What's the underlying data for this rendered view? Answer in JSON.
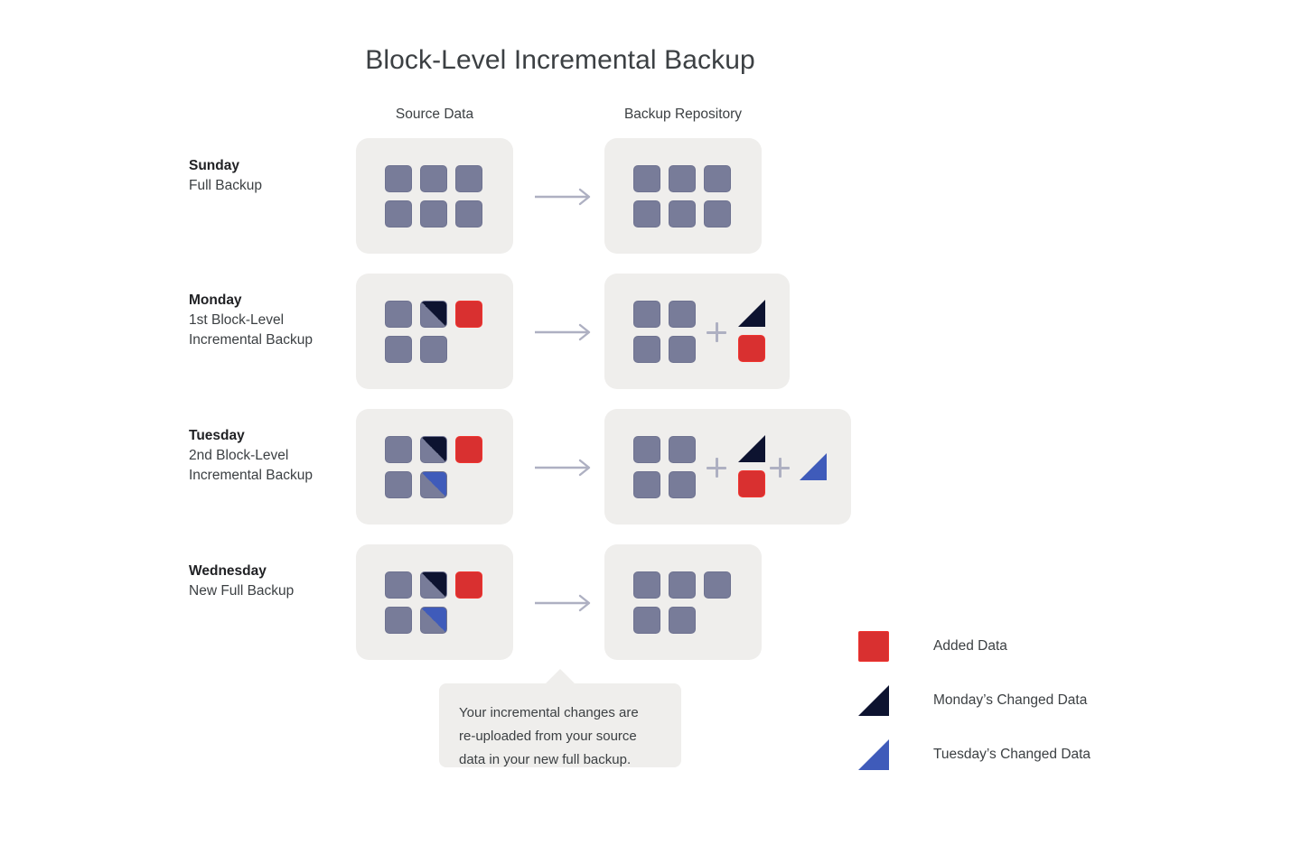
{
  "title": "Block-Level Incremental Backup",
  "columns": {
    "source": "Source Data",
    "repository": "Backup Repository"
  },
  "rows": [
    {
      "day": "Sunday",
      "desc": "Full Backup",
      "source_blocks": [
        "purple",
        "purple",
        "purple",
        "purple",
        "purple",
        "purple"
      ],
      "repo_blocks": [
        "purple",
        "purple",
        "purple",
        "purple",
        "purple",
        "purple"
      ],
      "repo_deltas": []
    },
    {
      "day": "Monday",
      "desc": "1st Block-Level\nIncremental Backup",
      "source_blocks": [
        "purple",
        "split-navy",
        "red",
        "purple",
        "purple"
      ],
      "repo_blocks": [
        "purple",
        "purple",
        "purple",
        "purple"
      ],
      "repo_deltas": [
        "navy-triangle",
        "red-square"
      ]
    },
    {
      "day": "Tuesday",
      "desc": "2nd Block-Level\nIncremental Backup",
      "source_blocks": [
        "purple",
        "split-navy",
        "red",
        "purple",
        "split-blue"
      ],
      "repo_blocks": [
        "purple",
        "purple",
        "purple",
        "purple"
      ],
      "repo_deltas": [
        "navy-triangle",
        "red-square",
        "blue-triangle"
      ]
    },
    {
      "day": "Wednesday",
      "desc": "New Full Backup",
      "source_blocks": [
        "purple",
        "split-navy",
        "red",
        "purple",
        "split-blue"
      ],
      "repo_blocks": [
        "purple",
        "purple",
        "purple",
        "purple",
        "purple"
      ],
      "repo_deltas": []
    }
  ],
  "callout": {
    "text": "Your incremental changes are\nre-uploaded from your source\ndata in your new full backup."
  },
  "legend": [
    {
      "shape": "red-square",
      "label": "Added Data"
    },
    {
      "shape": "navy-triangle",
      "label": "Monday’s Changed Data"
    },
    {
      "shape": "blue-triangle",
      "label": "Tuesday’s Changed Data"
    }
  ],
  "colors": {
    "block": "#787c99",
    "added": "#d93030",
    "monday_changed": "#0d1330",
    "tuesday_changed": "#3f5bba",
    "panel": "#efeeec",
    "arrow": "#aeb0c2",
    "page": "#ffffff"
  }
}
